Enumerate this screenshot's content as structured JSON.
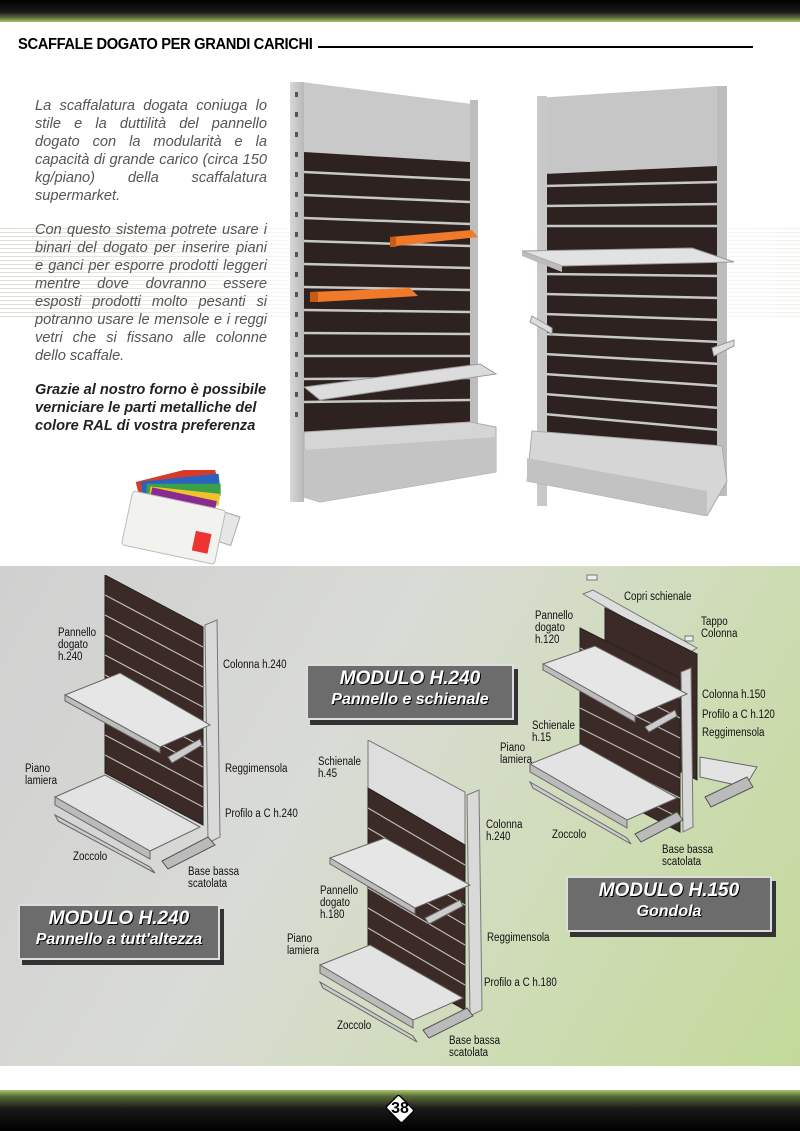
{
  "header": {
    "title": "SCAFFALE DOGATO PER GRANDI CARICHI"
  },
  "intro": {
    "paragraph1": "La scaffalatura dogata coniuga lo stile e la duttilità del pannello dogato con la modularità e la capacità di grande carico (circa 150 kg/piano) della scaffalatura supermarket.",
    "paragraph2": "Con questo sistema potrete usare i binari del dogato per inserire piani e ganci per esporre prodotti leggeri mentre dove dovranno essere esposti prodotti molto pesanti si potranno usare le mensole e i reggi vetri che si fissano alle colonne dello scaffale.",
    "paragraph3": "Grazie al nostro forno è possibile verniciare le parti metalliche del colore RAL di vostra preferenza"
  },
  "modules": {
    "full_height": {
      "title": "MODULO H.240",
      "subtitle": "Pannello a tutt'altezza"
    },
    "panel_back": {
      "title": "MODULO H.240",
      "subtitle": "Pannello e schienale"
    },
    "gondola": {
      "title": "MODULO H.150",
      "subtitle": "Gondola"
    }
  },
  "diagram1_labels": {
    "pannello": "Pannello\ndogato\nh.240",
    "colonna": "Colonna h.240",
    "reggimensola": "Reggimensola",
    "piano": "Piano\nlamiera",
    "profilo": "Profilo a C h.240",
    "zoccolo": "Zoccolo",
    "base": "Base bassa\nscatolata"
  },
  "diagram2_labels": {
    "schienale": "Schienale\nh.45",
    "colonna": "Colonna\nh.240",
    "pannello": "Pannello\ndogato\nh.180",
    "reggimensola": "Reggimensola",
    "piano": "Piano\nlamiera",
    "profilo": "Profilo a C h.180",
    "zoccolo": "Zoccolo",
    "base": "Base bassa\nscatolata"
  },
  "diagram3_labels": {
    "copri": "Copri schienale",
    "pannello": "Pannello\ndogato\nh.120",
    "tappo": "Tappo\nColonna",
    "colonna": "Colonna h.150",
    "profilo": "Profilo a C h.120",
    "reggimensola": "Reggimensola",
    "schienale": "Schienale\nh.15",
    "piano": "Piano\nlamiera",
    "zoccolo": "Zoccolo",
    "base": "Base bassa\nscatolata"
  },
  "footer": {
    "page_number": "38"
  },
  "colors": {
    "accent_green": "#a8c76a",
    "panel_dark": "#3b2a25",
    "shelf_orange": "#f07a2a",
    "module_box": "#6c6c6c"
  },
  "icons": {
    "swatch_fan": "ral-color-fan-icon"
  }
}
